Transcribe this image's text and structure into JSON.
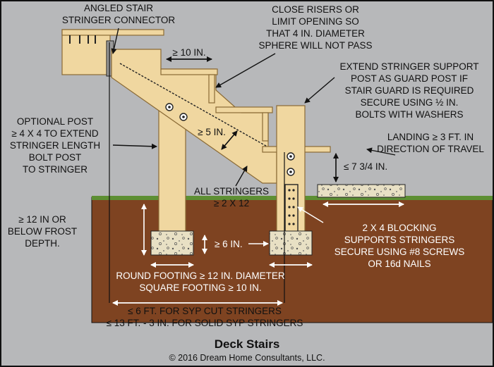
{
  "title": "Deck Stairs",
  "copyright": "© 2016 Dream Home Consultants, LLC.",
  "colors": {
    "background": "#b7b8ba",
    "soil": "#7e4321",
    "grass": "#5d8f33",
    "lumber": "#f0d7a0",
    "lumber_edge": "#8a6a35",
    "concrete": "#e8e0c4",
    "outline": "#111111"
  },
  "labels": {
    "connector_1": "ANGLED STAIR",
    "connector_2": "STRINGER CONNECTOR",
    "risers_1": "CLOSE RISERS OR",
    "risers_2": "LIMIT OPENING SO",
    "risers_3": "THAT 4 IN. DIAMETER",
    "risers_4": "SPHERE WILL NOT PASS",
    "tread": "≥ 10 IN.",
    "support_1": "EXTEND STRINGER SUPPORT",
    "support_2": "POST AS GUARD POST IF",
    "support_3": "STAIR GUARD IS REQUIRED",
    "support_4": "SECURE USING ½ IN.",
    "support_5": "BOLTS WITH WASHERS",
    "optional_1": "OPTIONAL POST",
    "optional_2": "≥ 4 X 4 TO EXTEND",
    "optional_3": "STRINGER LENGTH",
    "optional_4": "BOLT POST",
    "optional_5": "TO STRINGER",
    "stringer_depth": "≥ 5 IN.",
    "landing_1": "LANDING ≥ 3 FT. IN",
    "landing_2": "DIRECTION OF TRAVEL",
    "riser_height": "≤ 7 3/4 IN.",
    "all_stringers_1": "ALL STRINGERS",
    "all_stringers_2": "≥ 2 X 12",
    "frost_1": "≥ 12 IN OR",
    "frost_2": "BELOW FROST",
    "frost_3": "DEPTH.",
    "footing_height": "≥ 6 IN.",
    "blocking_1": "2 X 4 BLOCKING",
    "blocking_2": "SUPPORTS STRINGERS",
    "blocking_3": "SECURE USING #8 SCREWS",
    "blocking_4": "OR 16d NAILS",
    "footing_1": "ROUND FOOTING ≥ 12 IN. DIAMETER",
    "footing_2": "SQUARE FOOTING ≥ 10 IN.",
    "span_1": "≤ 6 FT. FOR SYP CUT STRINGERS",
    "span_2": "≤ 13 FT. - 3 IN. FOR SOLID SYP STRINGERS"
  }
}
